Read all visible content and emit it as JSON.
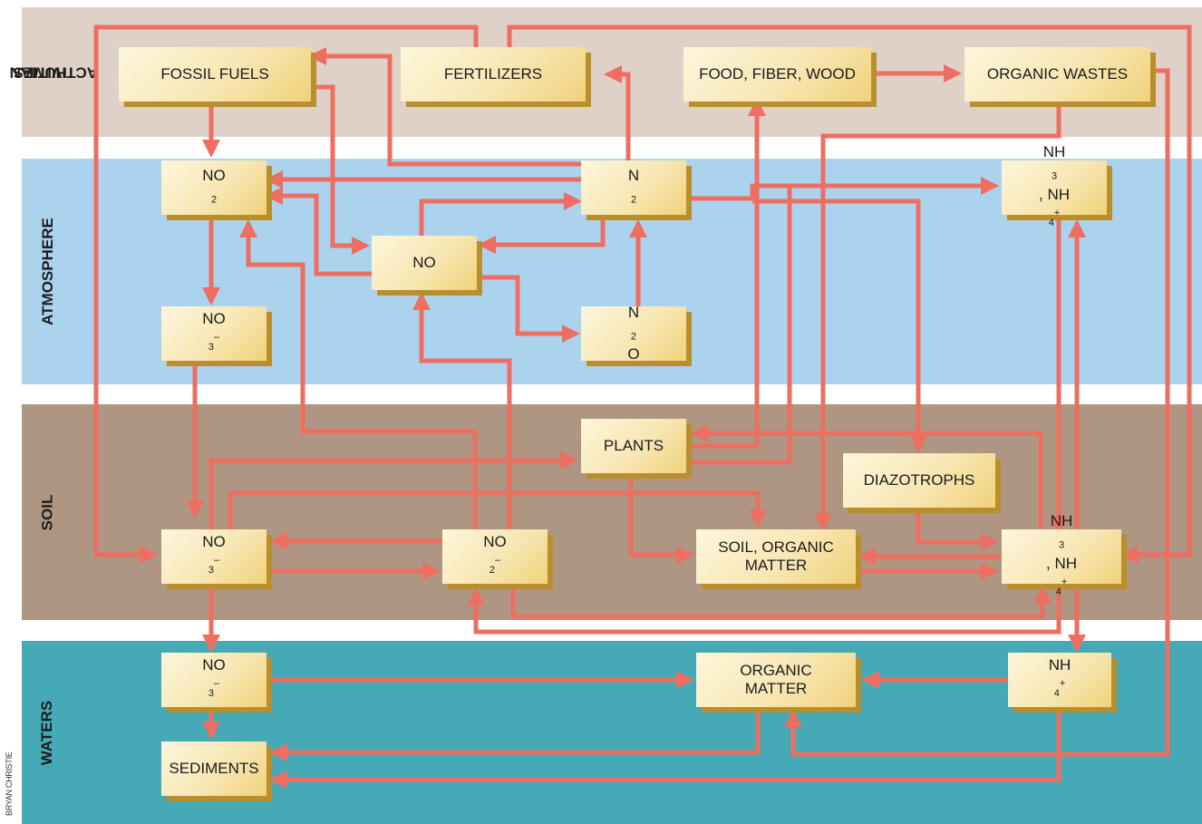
{
  "colors": {
    "human_band": "#dfd1c7",
    "atmosphere_band": "#acd3ee",
    "soil_band": "#ae9682",
    "waters_band": "#46aab6",
    "arrow": "#ee6e62",
    "box_shadow": "#b98f2e"
  },
  "bands": {
    "human": {
      "label_line1": "HUMAN",
      "label_line2": "ACTIVITIES"
    },
    "atmosphere": {
      "label": "ATMOSPHERE"
    },
    "soil": {
      "label": "SOIL"
    },
    "waters": {
      "label": "WATERS"
    }
  },
  "nodes": {
    "fossil_fuels": "FOSSIL FUELS",
    "fertilizers": "FERTILIZERS",
    "food_fiber_wood": "FOOD, FIBER, WOOD",
    "organic_wastes": "ORGANIC WASTES",
    "atm_no2": {
      "base": "NO",
      "sub": "2"
    },
    "atm_n2": {
      "base": "N",
      "sub": "2"
    },
    "atm_nh3_nh4": {
      "part1": "NH",
      "sub1": "3",
      "sep": ", NH",
      "sub2": "4",
      "sup2": "+"
    },
    "atm_no": "NO",
    "atm_no3": {
      "base": "NO",
      "sub": "3",
      "sup": "–"
    },
    "atm_n2o": {
      "base": "N",
      "sub": "2",
      "tail": "O"
    },
    "plants": "PLANTS",
    "diazotrophs": "DIAZOTROPHS",
    "soil_no3": {
      "base": "NO",
      "sub": "3",
      "sup": "–"
    },
    "soil_no2": {
      "base": "NO",
      "sub": "2",
      "sup": "–"
    },
    "soil_organic_matter": {
      "line1": "SOIL, ORGANIC",
      "line2": "MATTER"
    },
    "soil_nh3_nh4": {
      "part1": "NH",
      "sub1": "3",
      "sep": ", NH",
      "sub2": "4",
      "sup2": "+"
    },
    "water_no3": {
      "base": "NO",
      "sub": "3",
      "sup": "–"
    },
    "water_organic_matter": {
      "line1": "ORGANIC",
      "line2": "MATTER"
    },
    "water_nh4": {
      "base": "NH",
      "sub": "4",
      "sup": "+"
    },
    "sediments": "SEDIMENTS"
  },
  "credit": "BRYAN CHRISTIE"
}
